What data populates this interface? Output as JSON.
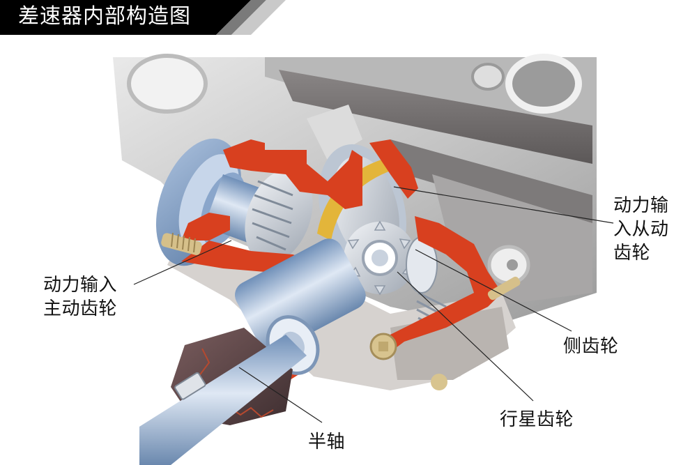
{
  "header": {
    "title": "差速器内部构造图"
  },
  "colors": {
    "banner_black": "#000000",
    "banner_stripe_dark": "#7a7a7a",
    "banner_stripe_light": "#c9c9c9",
    "cutaway_red": "#d8401f",
    "housing_gray": "#c8c8c8",
    "part_blue": "#7e9dc4",
    "bearing_yellow": "#e3b53a",
    "boot_dark": "#5a4446",
    "leader_line": "#222222"
  },
  "diagram": {
    "subject": "差速器剖视图",
    "labels": [
      {
        "id": "drive-pinion",
        "text": "动力输入\n主动齿轮"
      },
      {
        "id": "ring-gear",
        "text": "动力输\n入从动\n齿轮"
      },
      {
        "id": "side-gear",
        "text": "侧齿轮"
      },
      {
        "id": "planet-gear",
        "text": "行星齿轮"
      },
      {
        "id": "half-shaft",
        "text": "半轴"
      }
    ]
  }
}
